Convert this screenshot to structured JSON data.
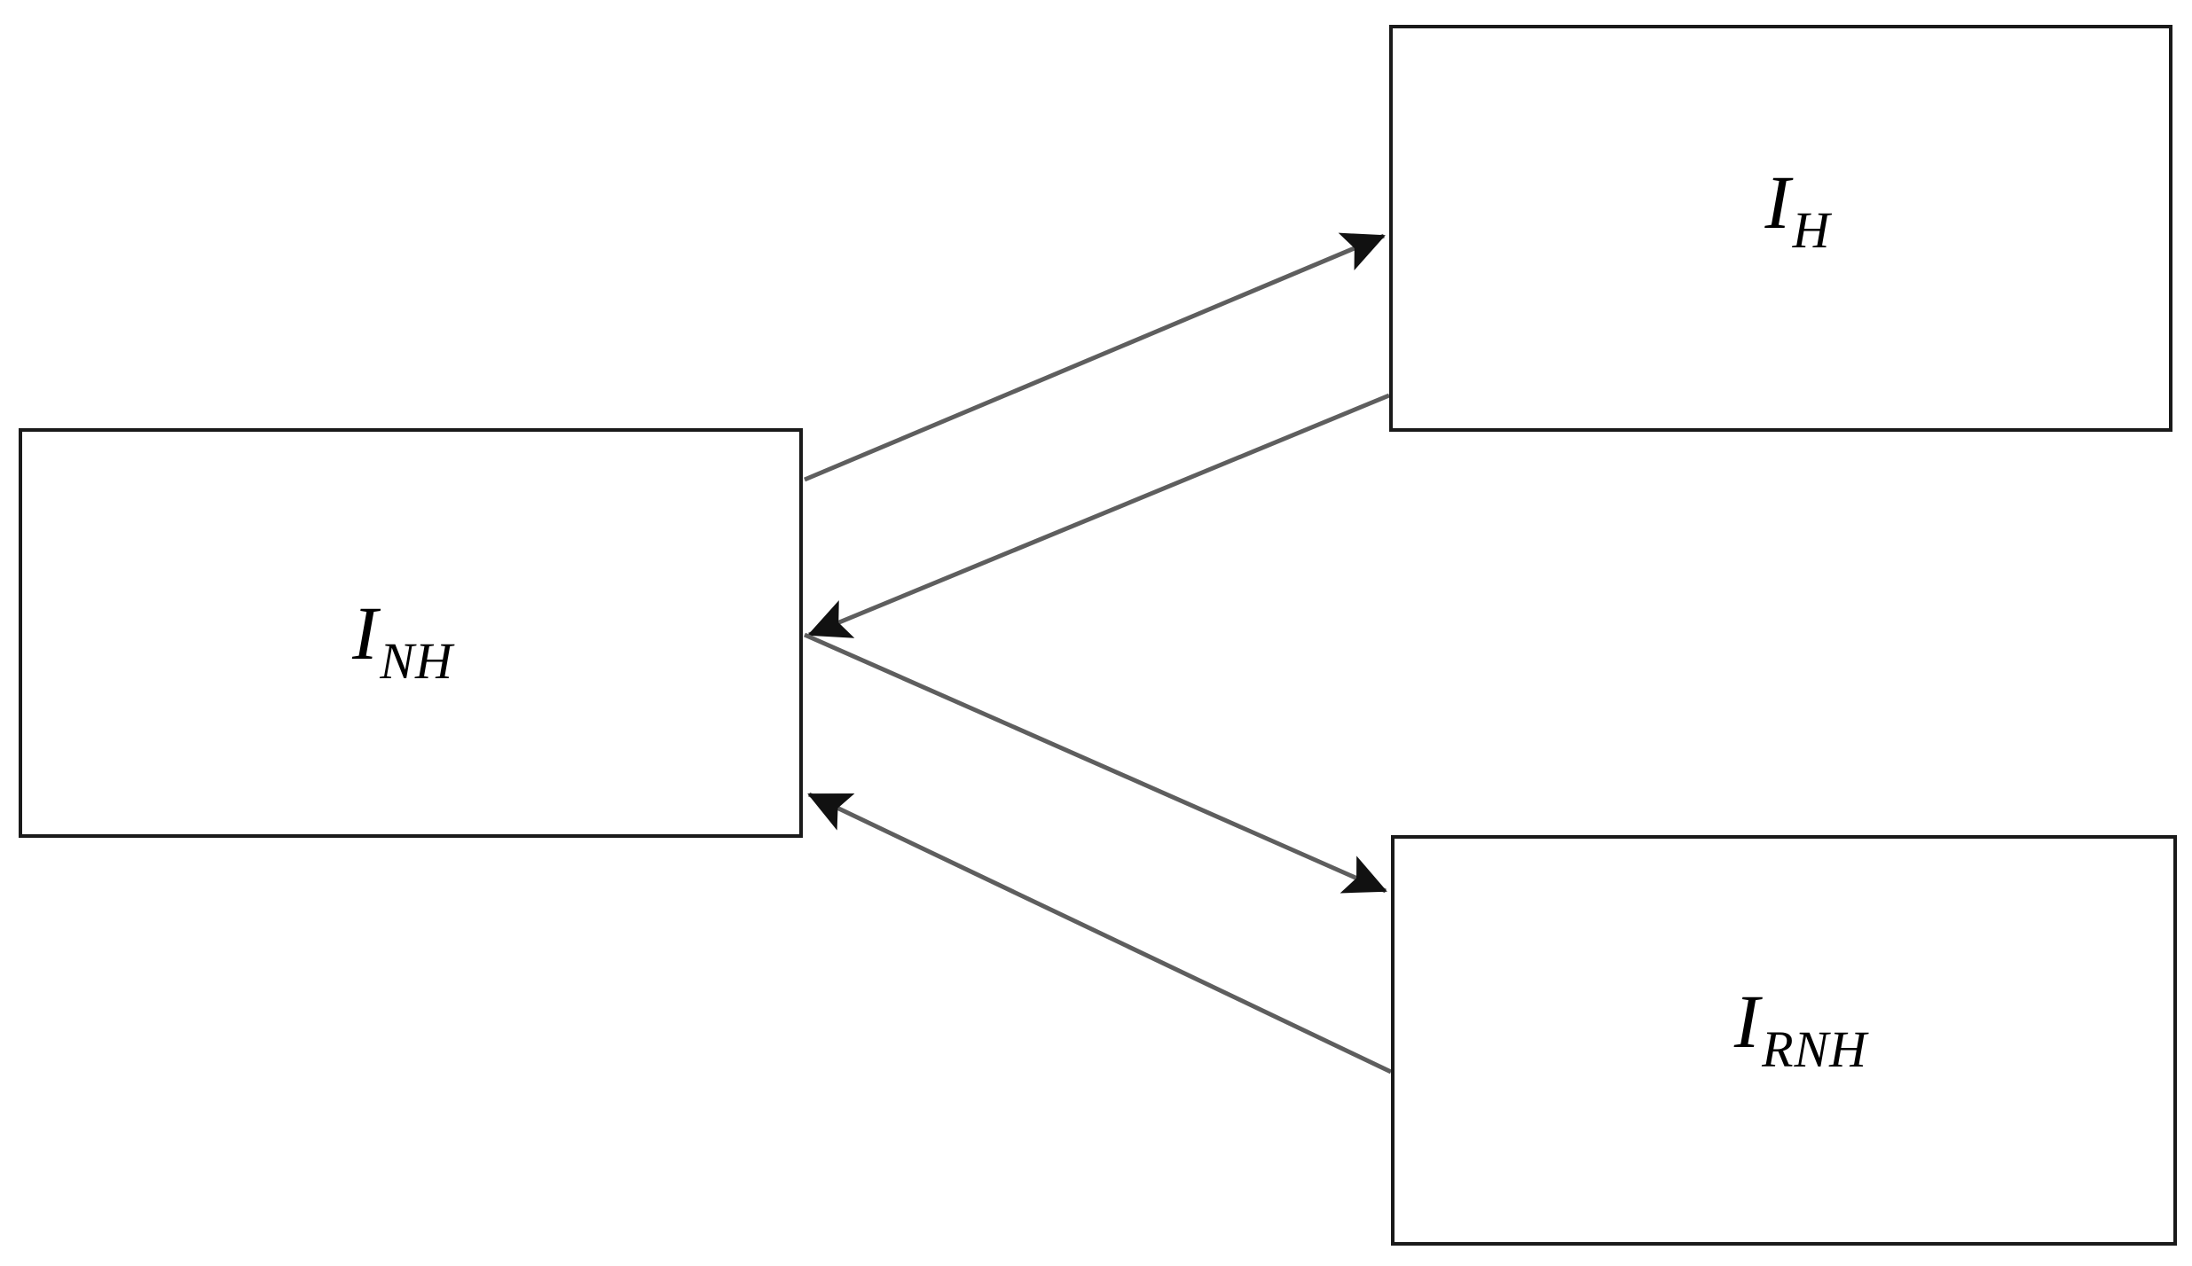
{
  "diagram": {
    "type": "compartment-flow-diagram",
    "background_color": "#ffffff",
    "box_border_color": "#1a1a1a",
    "arrow_color": "#595959",
    "text_color": "#000000",
    "nodes": [
      {
        "id": "inh",
        "base": "I",
        "subscript": "NH",
        "full_label": "I_NH",
        "position": "left-center"
      },
      {
        "id": "ih",
        "base": "I",
        "subscript": "H",
        "full_label": "I_H",
        "position": "top-right"
      },
      {
        "id": "irnh",
        "base": "I",
        "subscript": "RNH",
        "full_label": "I_RNH",
        "position": "bottom-right"
      }
    ],
    "edges": [
      {
        "id": "inh-to-ih",
        "from": "inh",
        "to": "ih",
        "arrowhead": "end",
        "direction": "up-right"
      },
      {
        "id": "ih-to-inh",
        "from": "ih",
        "to": "inh",
        "arrowhead": "end",
        "direction": "down-left"
      },
      {
        "id": "inh-to-irnh",
        "from": "inh",
        "to": "irnh",
        "arrowhead": "end",
        "direction": "down-right"
      },
      {
        "id": "irnh-to-inh",
        "from": "irnh",
        "to": "inh",
        "arrowhead": "end",
        "direction": "up-left"
      }
    ]
  }
}
